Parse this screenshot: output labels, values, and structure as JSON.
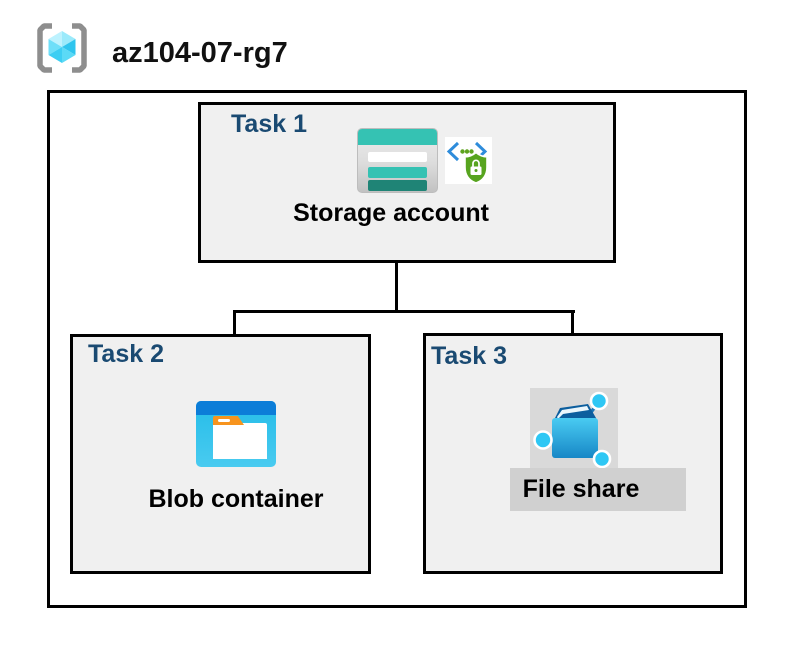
{
  "diagram": {
    "resource_group": {
      "name": "az104-07-rg7",
      "icon": "resource-group-icon"
    },
    "tasks": [
      {
        "label": "Task 1",
        "resource": "Storage account",
        "icons": [
          "storage-account-icon",
          "secure-transfer-icon"
        ]
      },
      {
        "label": "Task 2",
        "resource": "Blob container",
        "icons": [
          "blob-container-icon"
        ]
      },
      {
        "label": "Task 3",
        "resource": "File share",
        "icons": [
          "file-share-icon"
        ]
      }
    ],
    "connections": [
      {
        "from": "Storage account",
        "to": "Blob container"
      },
      {
        "from": "Storage account",
        "to": "File share"
      }
    ],
    "colors": {
      "task_label": "#1A4A72",
      "task_box_background": "#F0F0F0",
      "border": "#000000",
      "storage_teal": "#35C2B3",
      "storage_teal_dark": "#1F8476",
      "blob_band_blue": "#0C7DD8",
      "blob_body_cyan": "#29C0EA",
      "blob_tab_orange": "#F7941E",
      "fileshare_folder_blue": "#1B86C5",
      "fileshare_flap_blue": "#0C5E9E",
      "fileshare_node_cyan": "#2EC7F4",
      "fileshare_block_gray": "#D9D9D9",
      "shield_green": "#57A41F",
      "chevron_blue": "#2E8CDB",
      "cube_cyan": "#3DCEF3",
      "bracket_gray": "#8E8E8E"
    }
  }
}
